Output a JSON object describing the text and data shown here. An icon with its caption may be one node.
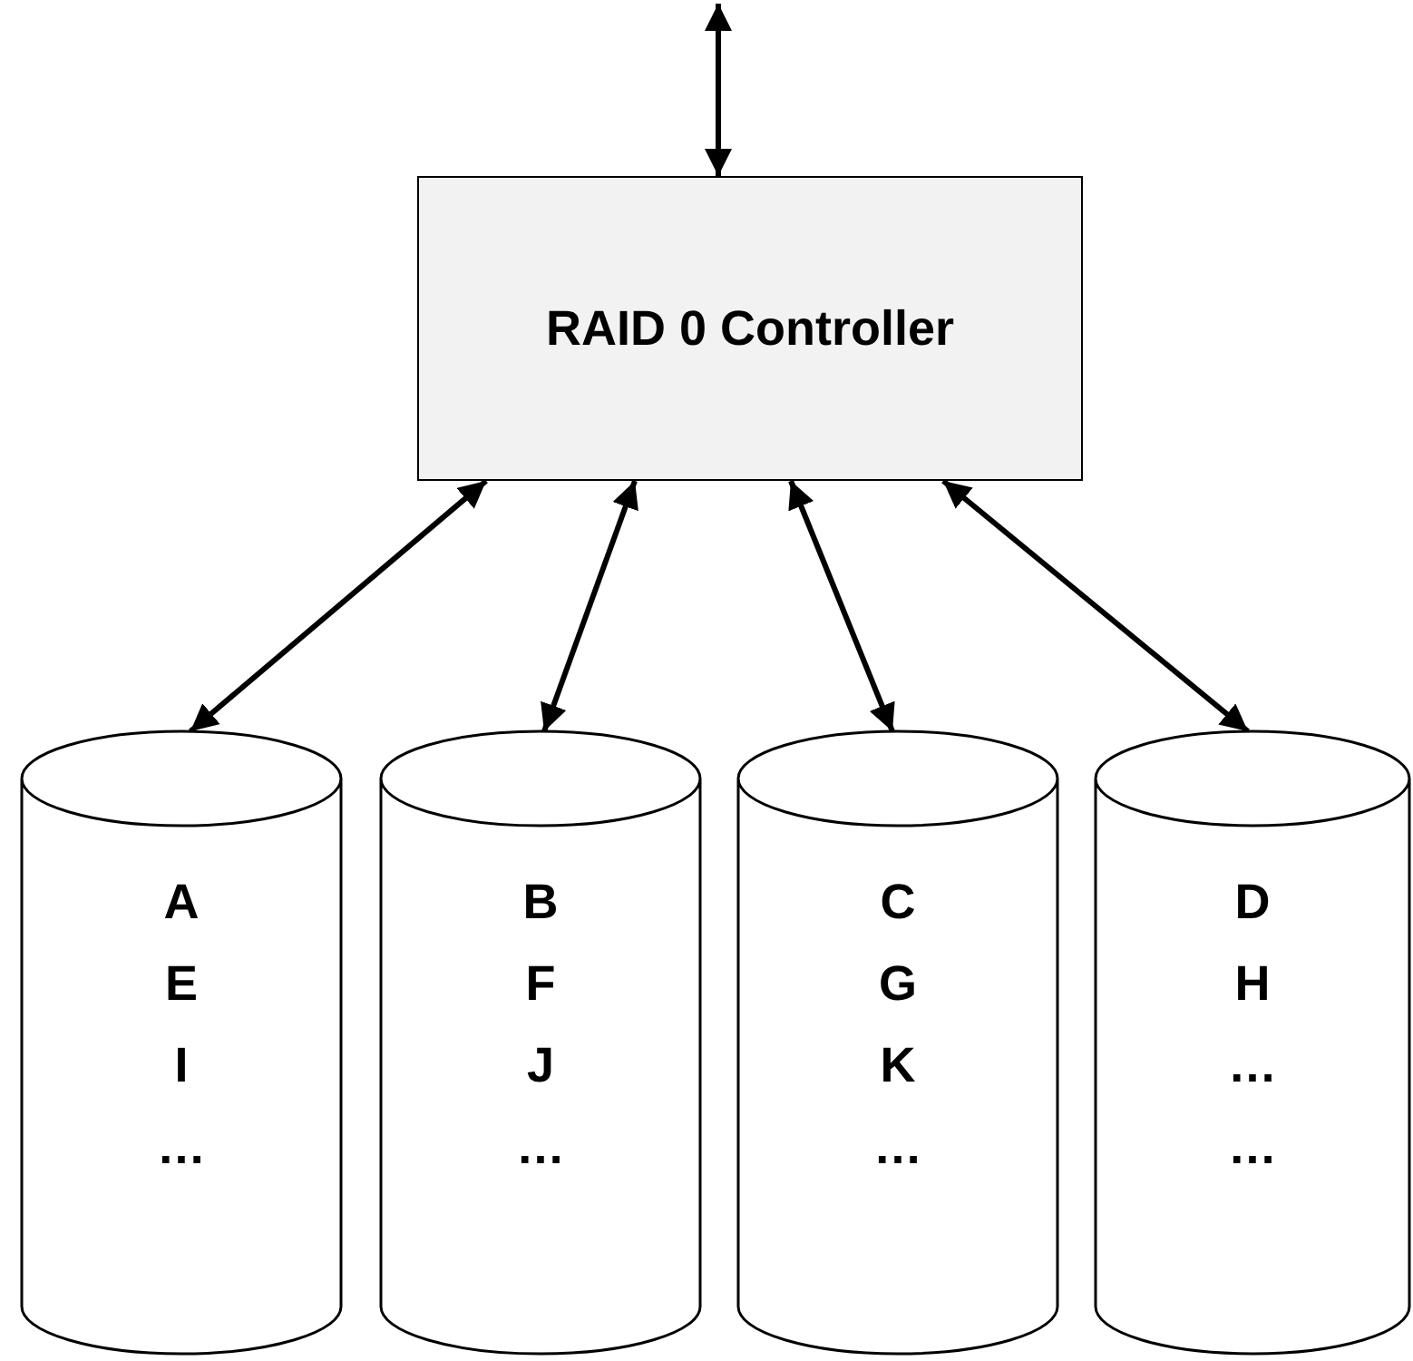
{
  "diagram": {
    "nodes": [
      {
        "text": [
          "RAID 0 Controller"
        ]
      },
      {
        "text": [
          "A E I …"
        ]
      },
      {
        "text": [
          "B F J …"
        ]
      },
      {
        "text": [
          "C G K …"
        ]
      },
      {
        "text": [
          "D H … …"
        ]
      }
    ],
    "edges": [
      {
        "from": null,
        "to": 0,
        "arrow": "both"
      },
      {
        "from": 0,
        "to": 1,
        "arrow": "both"
      },
      {
        "from": 0,
        "to": 2,
        "arrow": "both"
      },
      {
        "from": 0,
        "to": 3,
        "arrow": "both"
      },
      {
        "from": 0,
        "to": 4,
        "arrow": "both"
      }
    ]
  }
}
